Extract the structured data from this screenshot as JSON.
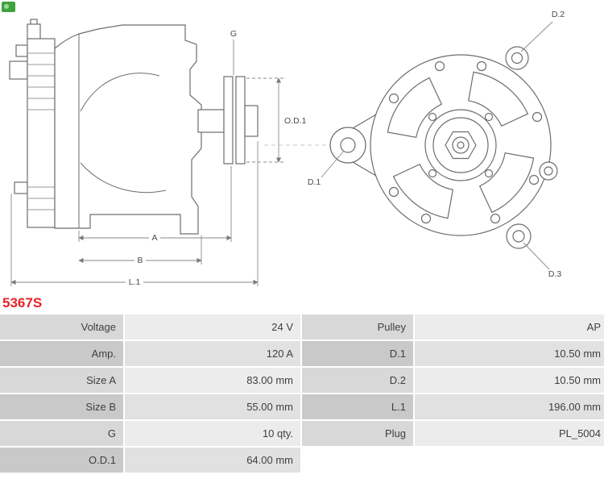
{
  "part_number": "5367S",
  "colors": {
    "part_number_red": "#e8232a",
    "table_label_gray": "#d8d8d8",
    "table_label_gray_alt": "#c9c9c9",
    "table_value_gray": "#ececec",
    "table_value_gray_alt": "#e1e1e1",
    "drawing_line_gray": "#6d6d6d",
    "corner_logo_green": "#3fa23f"
  },
  "diagram": {
    "labels": {
      "g": "G",
      "od1": "O.D.1",
      "a": "A",
      "b": "B",
      "l1": "L.1",
      "d1": "D.1",
      "d2": "D.2",
      "d3": "D.3"
    }
  },
  "spec_table": {
    "rows": [
      {
        "label_left": "Voltage",
        "value_left": "24 V",
        "label_right": "Pulley",
        "value_right": "AP"
      },
      {
        "label_left": "Amp.",
        "value_left": "120 A",
        "label_right": "D.1",
        "value_right": "10.50 mm"
      },
      {
        "label_left": "Size A",
        "value_left": "83.00 mm",
        "label_right": "D.2",
        "value_right": "10.50 mm"
      },
      {
        "label_left": "Size B",
        "value_left": "55.00 mm",
        "label_right": "L.1",
        "value_right": "196.00 mm"
      },
      {
        "label_left": "G",
        "value_left": "10 qty.",
        "label_right": "Plug",
        "value_right": "PL_5004"
      },
      {
        "label_left": "O.D.1",
        "value_left": "64.00 mm",
        "label_right": "",
        "value_right": ""
      }
    ]
  }
}
